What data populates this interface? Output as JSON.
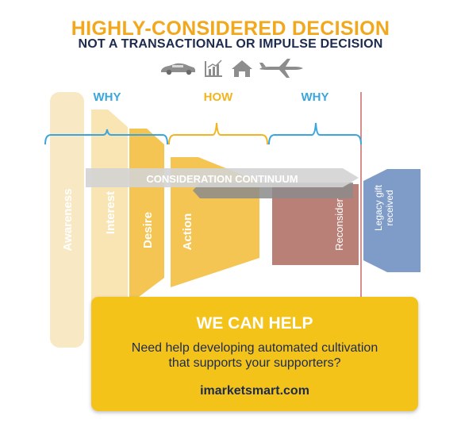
{
  "header": {
    "title": "HIGHLY-CONSIDERED DECISION",
    "subtitle": "NOT A TRANSACTIONAL OR IMPULSE DECISION"
  },
  "icons": [
    "car-icon",
    "chart-icon",
    "house-icon",
    "airplane-icon"
  ],
  "brackets": {
    "why_left": "WHY",
    "how": "HOW",
    "why_right": "WHY"
  },
  "continuum": {
    "label": "CONSIDERATION CONTINUUM"
  },
  "stages": {
    "awareness": "Awareness",
    "interest": "Interest",
    "desire": "Desire",
    "action": "Action",
    "reconsider": "Reconsider",
    "legacy_line1": "Legacy gift",
    "legacy_line2": "received"
  },
  "cta": {
    "heading": "WE CAN HELP",
    "line1": "Need help developing automated cultivation",
    "line2": "that supports your supporters?",
    "link": "imarketsmart.com"
  },
  "colors": {
    "orange": "#f2a81d",
    "navy": "#1d2b4e",
    "blue_bracket": "#3aa6de",
    "orange_bracket": "#f2b51f",
    "awareness": "#f8e8c3",
    "interest": "#f9e5b3",
    "desire": "#f4c552",
    "action": "#f4c552",
    "reconsider": "#b98078",
    "legacy": "#7f9cc9",
    "cta_bg": "#f4c31a",
    "divider": "#c96a6a"
  }
}
